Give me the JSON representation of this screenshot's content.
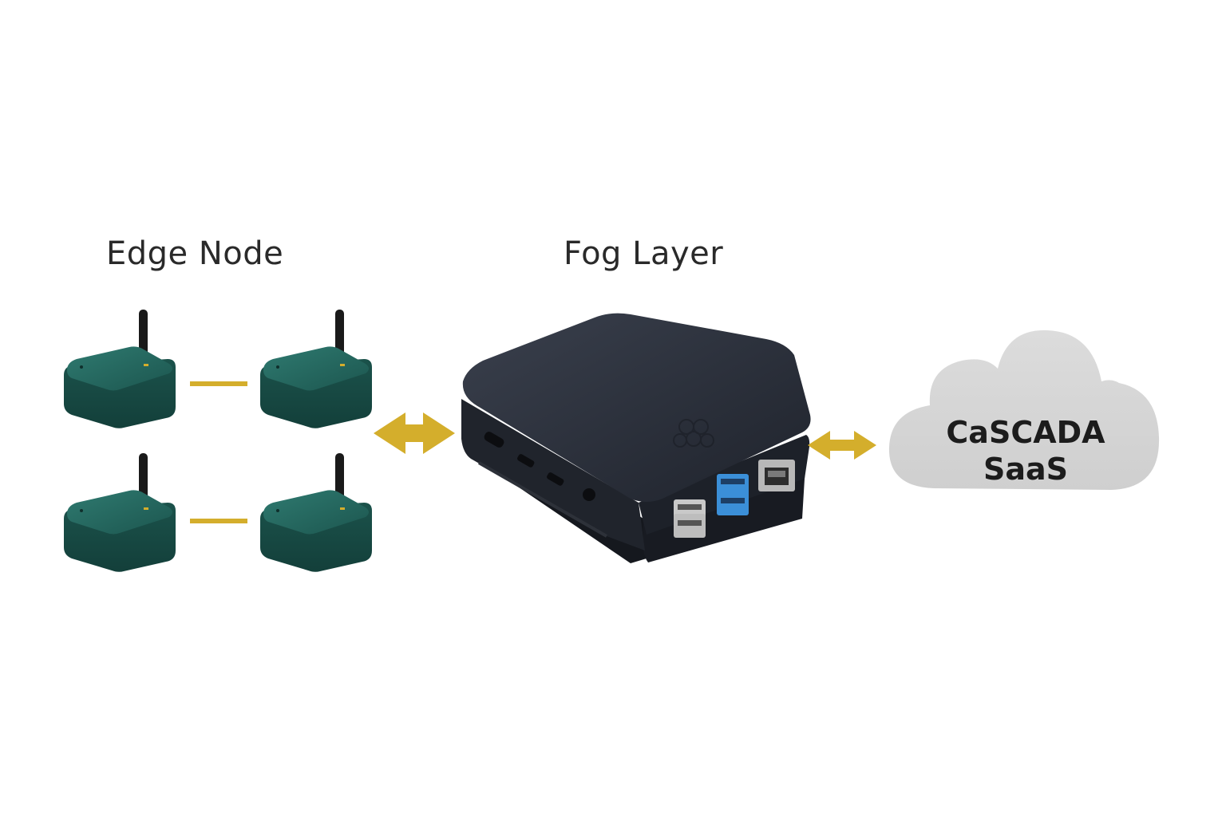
{
  "labels": {
    "edge_node": "Edge Node",
    "fog_layer": "Fog Layer"
  },
  "cloud": {
    "line1": "CaSCADA",
    "line2": "SaaS"
  },
  "nodes": {
    "edge_nodes": [
      {
        "icon": "wireless-sensor-node"
      },
      {
        "icon": "wireless-sensor-node"
      },
      {
        "icon": "wireless-sensor-node"
      },
      {
        "icon": "wireless-sensor-node"
      }
    ],
    "fog_device": {
      "icon": "raspberry-pi-case"
    },
    "cloud_service": {
      "icon": "cloud"
    }
  },
  "colors": {
    "background": "#ffffff",
    "edge_node_body": "#1f5e57",
    "connector": "#d4ae2c",
    "fog_device": "#262b36",
    "cloud": "#d6d6d6",
    "text": "#2a2a2a"
  }
}
